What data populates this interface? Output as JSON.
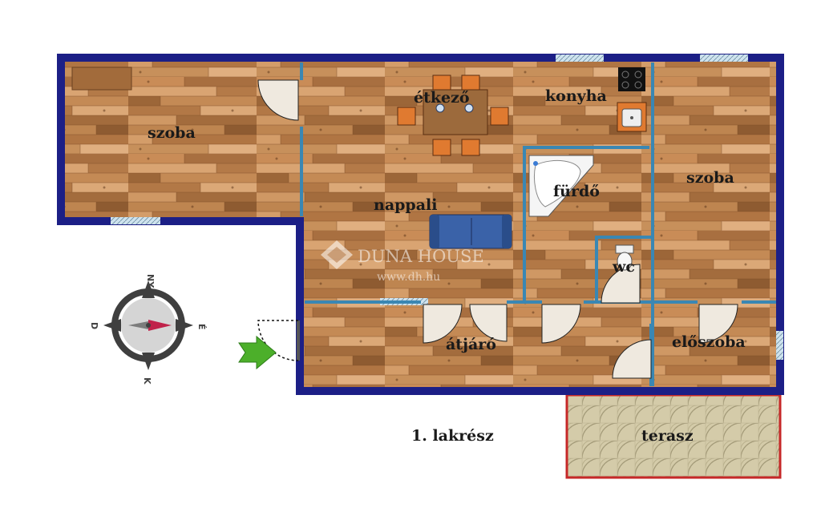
{
  "colors": {
    "outer_wall": "#1c1f86",
    "inner_wall": "#3a87b3",
    "floor": "#b97f4e",
    "floor_dark": "#8a5a33",
    "floor_light": "#d9a472",
    "terrace_border": "#c62828",
    "terrace_tile": "#d8cfb0",
    "window": "#c2dbe8",
    "arrow": "#4caf2a",
    "compass_needle": "#c0224a"
  },
  "rooms": {
    "szoba_left": "szoba",
    "etkezo": "étkező",
    "konyha": "konyha",
    "szoba_right": "szoba",
    "furdo": "fürdő",
    "nappali": "nappali",
    "wc": "wc",
    "atjaro": "átjáró",
    "eloszoba": "előszoba",
    "terasz": "terasz"
  },
  "unit_label": "1. lakrész",
  "watermark": {
    "brand": "DUNA HOUSE",
    "url": "www.dh.hu"
  },
  "compass": {
    "north": "NY",
    "east": "É",
    "south": "K",
    "west": "D"
  },
  "icons": {
    "entrance": "entrance-arrow-icon",
    "compass": "compass-icon",
    "logo": "duna-house-logo-icon",
    "sofa": "sofa-icon",
    "table": "dining-table-icon",
    "stove": "stove-icon",
    "sink": "sink-icon",
    "bathtub": "bathtub-icon",
    "toilet": "toilet-icon"
  }
}
